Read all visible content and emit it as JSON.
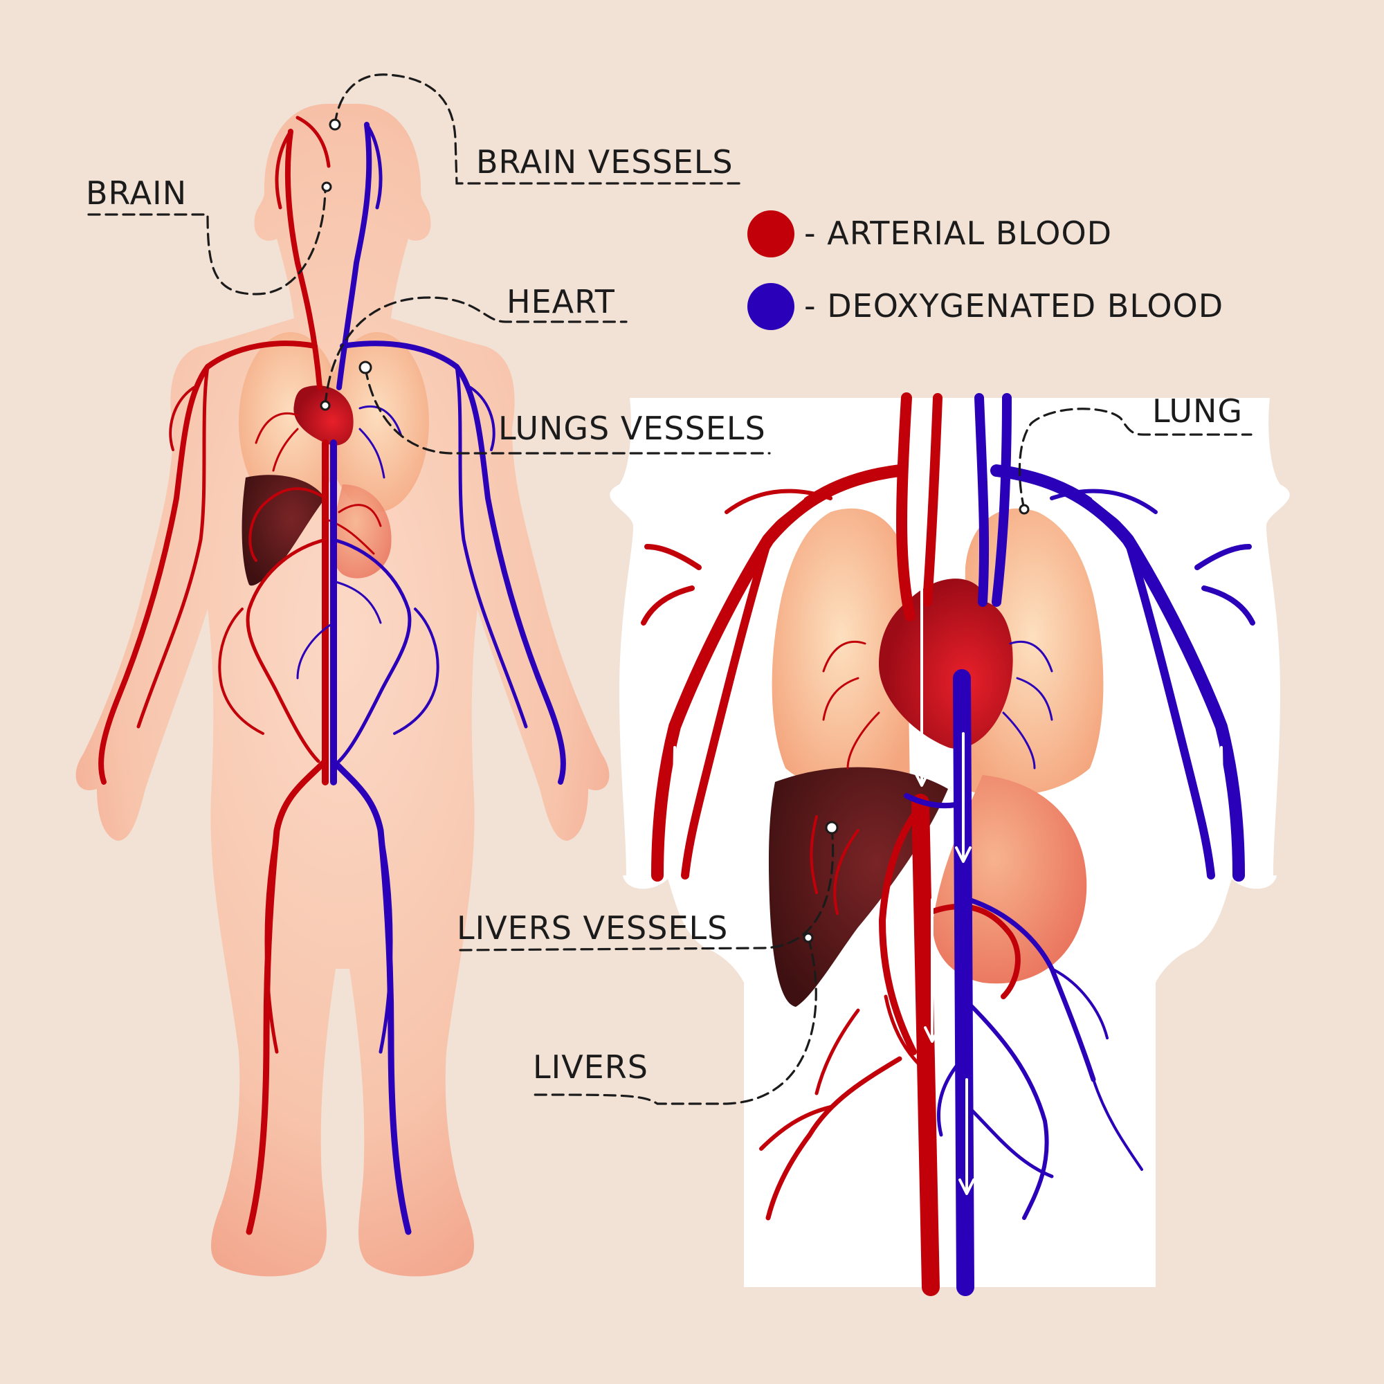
{
  "labels": {
    "brain_vessels": "BRAIN VESSELS",
    "brain": "BRAIN",
    "heart": "HEART",
    "lungs_vessels": "LUNGS VESSELS",
    "lung": "LUNG",
    "livers_vessels": "LIVERS VESSELS",
    "livers": "LIVERS"
  },
  "legend": {
    "arterial": "- ARTERIAL BLOOD",
    "deoxygenated": "- DEOXYGENATED BLOOD"
  },
  "colors": {
    "background": "#f2e1d5",
    "arterial": "#c1000a",
    "deoxygenated": "#2a00b8",
    "body_skin": "#f8cdb6",
    "torso_panel": "#ffffff",
    "lung": "#f7b98e",
    "liver": "#5a1a1c",
    "heart": "#cc1020",
    "stomach": "#f08a6e"
  }
}
